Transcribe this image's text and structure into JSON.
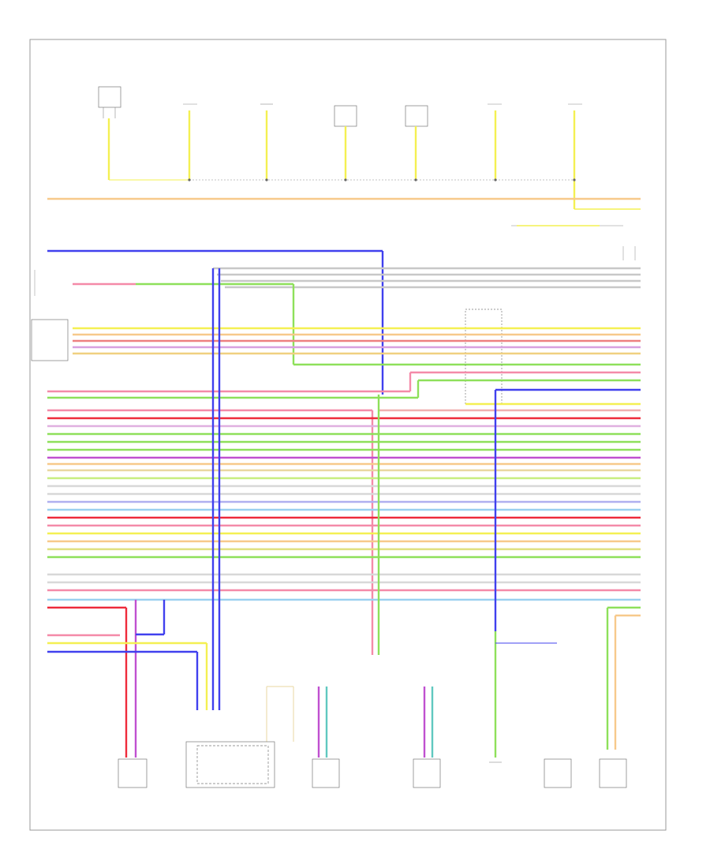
{
  "colors": {
    "yellow": "#f4f052",
    "orange": "#f7c98b",
    "blue": "#4040ee",
    "green": "#8ee05a",
    "pink": "#f48aa8",
    "red": "#ee2b3b",
    "violet": "#c050d0",
    "gray": "#c8c8c8",
    "tan": "#e9d7a0",
    "lightblue": "#9ad0f0",
    "teal": "#60c8c0",
    "lime": "#c8ee80"
  },
  "diagram": {
    "footer_code": "",
    "top_components": [
      {
        "id": "c1",
        "lines": [
          "",
          "",
          ""
        ]
      },
      {
        "id": "c2",
        "lines": [
          "",
          "",
          ""
        ]
      },
      {
        "id": "c3",
        "lines": [
          ""
        ]
      },
      {
        "id": "c4",
        "lines": [
          "",
          "",
          "",
          "",
          "",
          ""
        ]
      },
      {
        "id": "c5",
        "lines": [
          "",
          "",
          "",
          "",
          "",
          ""
        ]
      },
      {
        "id": "c6",
        "lines": [
          "",
          "",
          ""
        ]
      },
      {
        "id": "c7",
        "lines": [
          "",
          "",
          ""
        ]
      }
    ],
    "bottom_components": [
      {
        "id": "b1",
        "lines": [
          "",
          "",
          "",
          ""
        ]
      },
      {
        "id": "b2",
        "lines": [
          "",
          "",
          ""
        ]
      },
      {
        "id": "b3",
        "lines": [
          "",
          "",
          "",
          "",
          ""
        ]
      },
      {
        "id": "b4",
        "lines": [
          "",
          "",
          ""
        ]
      },
      {
        "id": "b5",
        "lines": [
          "",
          "",
          ""
        ]
      },
      {
        "id": "b6",
        "lines": [
          "",
          "",
          ""
        ]
      },
      {
        "id": "b7",
        "lines": [
          ""
        ]
      }
    ]
  }
}
